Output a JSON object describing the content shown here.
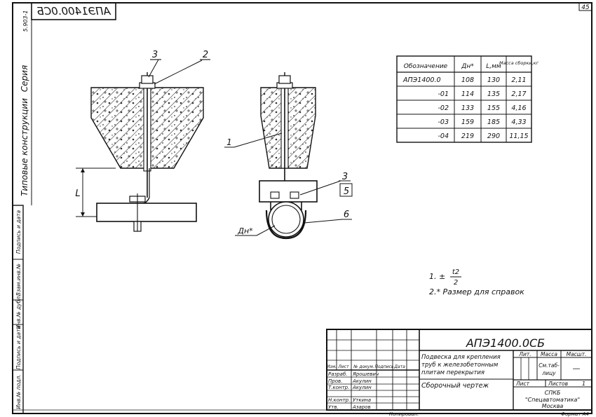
{
  "sheet": {
    "page_number": "45",
    "stamp_top": "АПЭ1400.0СБ",
    "margin_series": "Серия",
    "margin_code": "5.903-1",
    "margin_title": "Типовые конструкции",
    "side_stamp": [
      "Подпись и дата",
      "Взам.инв.№",
      "Инв.№ дубл.",
      "Подпись и дата",
      "Инв.№ подл."
    ]
  },
  "drawing": {
    "leader_3": "3",
    "leader_2": "2",
    "leader_1": "1",
    "leader_3b": "3",
    "leader_5": "5",
    "leader_6": "6",
    "dim_L": "L",
    "dim_dn": "Дн*"
  },
  "spec_table": {
    "headers": [
      "Обозначение",
      "Дн*",
      "L,мм",
      "Масса сборки,кг"
    ],
    "rows": [
      [
        "АПЭ1400.0",
        "108",
        "130",
        "2,11"
      ],
      [
        "-01",
        "114",
        "135",
        "2,17"
      ],
      [
        "-02",
        "133",
        "155",
        "4,16"
      ],
      [
        "-03",
        "159",
        "185",
        "4,33"
      ],
      [
        "-04",
        "219",
        "290",
        "11,15"
      ]
    ]
  },
  "notes": {
    "note1_prefix": "1. ±",
    "note1_num": "t2",
    "note1_den": "2",
    "note2": "2.* Размер для справок"
  },
  "title_block": {
    "code": "АПЭ1400.0СБ",
    "name_line1": "Подвеска для крепления",
    "name_line2": "труб к железобетонным",
    "name_line3": "плитам перекрытия",
    "doc_type": "Сборочный чертеж",
    "col_lit": "Лит.",
    "col_mass": "Масса",
    "col_scale": "Масшт.",
    "mass_value_1": "См.таб-",
    "mass_value_2": "лицу",
    "scale_value": "—",
    "sheet_label": "Лист",
    "sheets_label": "Листов",
    "sheets_count": "1",
    "org_line1": "СПКБ",
    "org_line2": "\"Спецавтоматика\"",
    "org_line3": "Москва",
    "head_cols": [
      "Изм.",
      "Лист",
      "№ докум.",
      "Подпись",
      "Дата"
    ],
    "people": [
      {
        "role": "Разраб.",
        "name": "Ярошевич"
      },
      {
        "role": "Пров.",
        "name": "Акулин"
      },
      {
        "role": "Т.контр.",
        "name": "Акулин"
      },
      {
        "role": "",
        "name": ""
      },
      {
        "role": "Н.контр.",
        "name": "Уткина"
      },
      {
        "role": "Утв.",
        "name": "Азаров"
      }
    ]
  },
  "footer": {
    "copied": "Копировал:",
    "format": "Формат А4"
  }
}
